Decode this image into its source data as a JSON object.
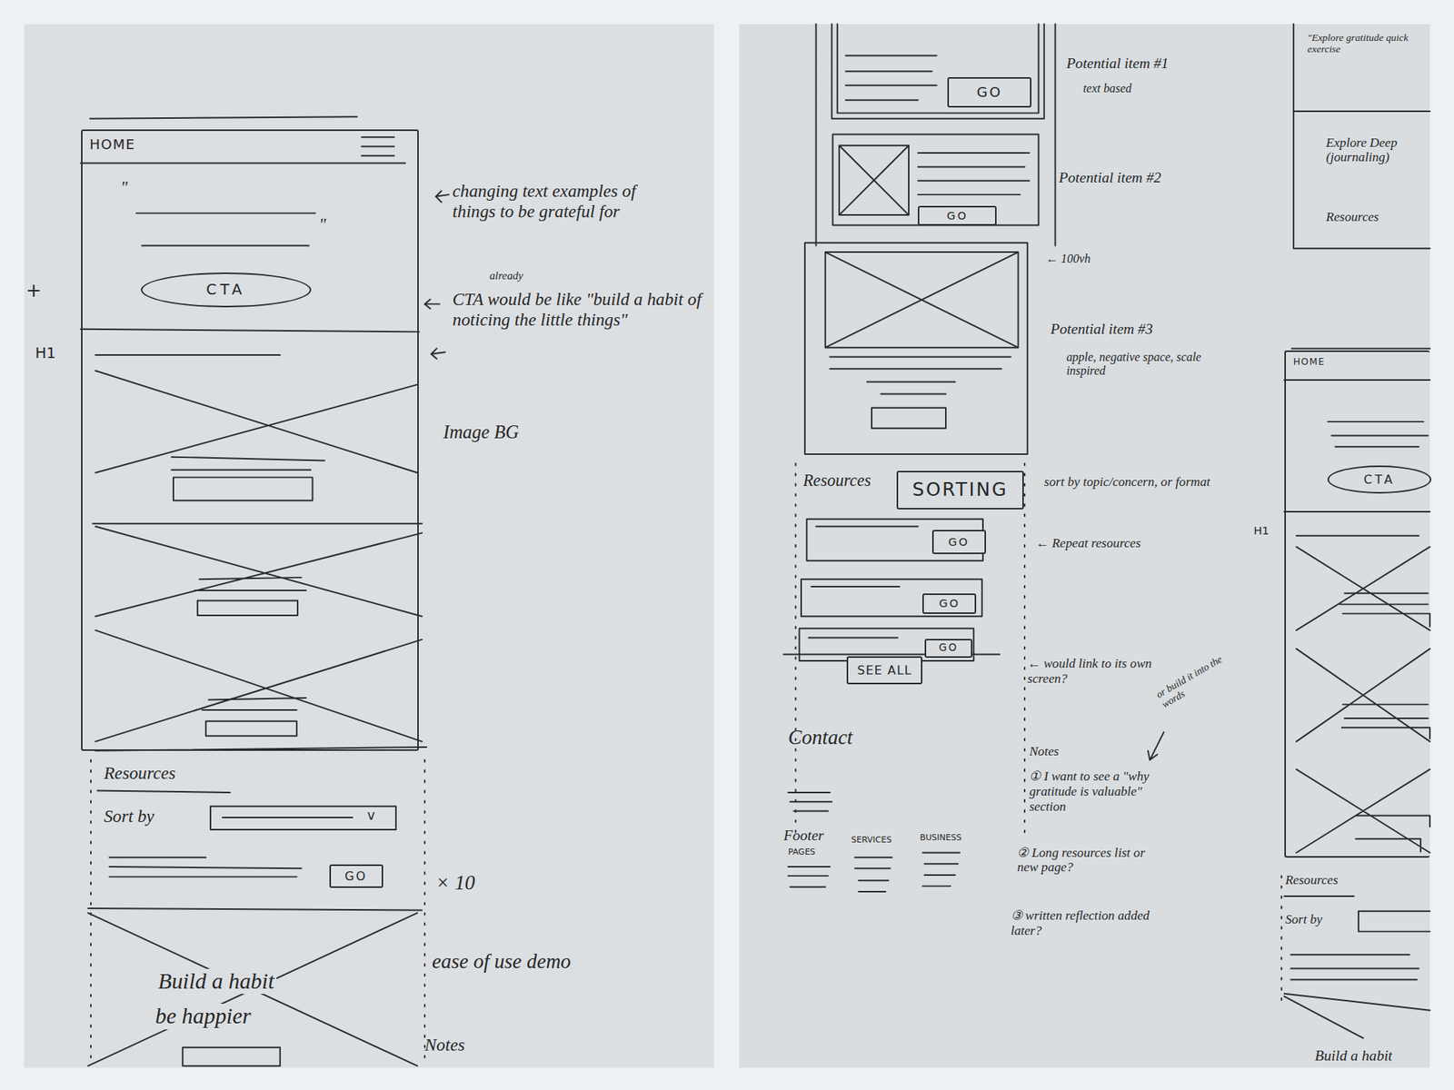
{
  "diagram": {
    "nodes": [
      {
        "text": [
          "HOME"
        ]
      },
      {
        "text": [
          "CTA"
        ],
        "in": 0
      },
      {
        "text": [
          "GO"
        ]
      },
      {
        "text": [
          "GO"
        ]
      },
      {
        "text": [
          "GO"
        ]
      },
      {
        "text": [
          "SORTING"
        ]
      },
      {
        "text": [
          "GO"
        ]
      },
      {
        "text": [
          "GO"
        ]
      },
      {
        "text": [
          "GO"
        ]
      },
      {
        "text": [
          "SEE ALL"
        ]
      },
      {
        "text": [
          "HOME"
        ]
      },
      {
        "text": [
          "CTA"
        ],
        "in": 10
      }
    ],
    "labels": [
      "\"",
      "\"",
      "+",
      "H1",
      "changing text examples of things to be grateful for",
      "already",
      "CTA would be like \"build a habit of noticing the little things\"",
      "Image BG",
      "Resources",
      "Sort by",
      "v",
      "× 10",
      "ease of use demo",
      "Build a habit",
      "be happier",
      "Notes",
      "Potential item #1",
      "text based",
      "Potential item #2",
      "← 100vh",
      "Potential item #3",
      "apple, negative space, scale inspired",
      "Resources",
      "sort by topic/concern, or format",
      "← Repeat resources",
      "← would link to its own screen?",
      "Contact",
      "Footer",
      "PAGES",
      "SERVICES",
      "BUSINESS",
      "Notes",
      "or build it into the words",
      "① I want to see a \"why gratitude is valuable\" section",
      "② Long resources list or new page?",
      "③ written reflection added later?",
      "\"Explore gratitude quick exercise",
      "Explore Deep (journaling)",
      "Resources",
      "H1",
      "Resources",
      "Sort by",
      "Build a habit"
    ]
  }
}
